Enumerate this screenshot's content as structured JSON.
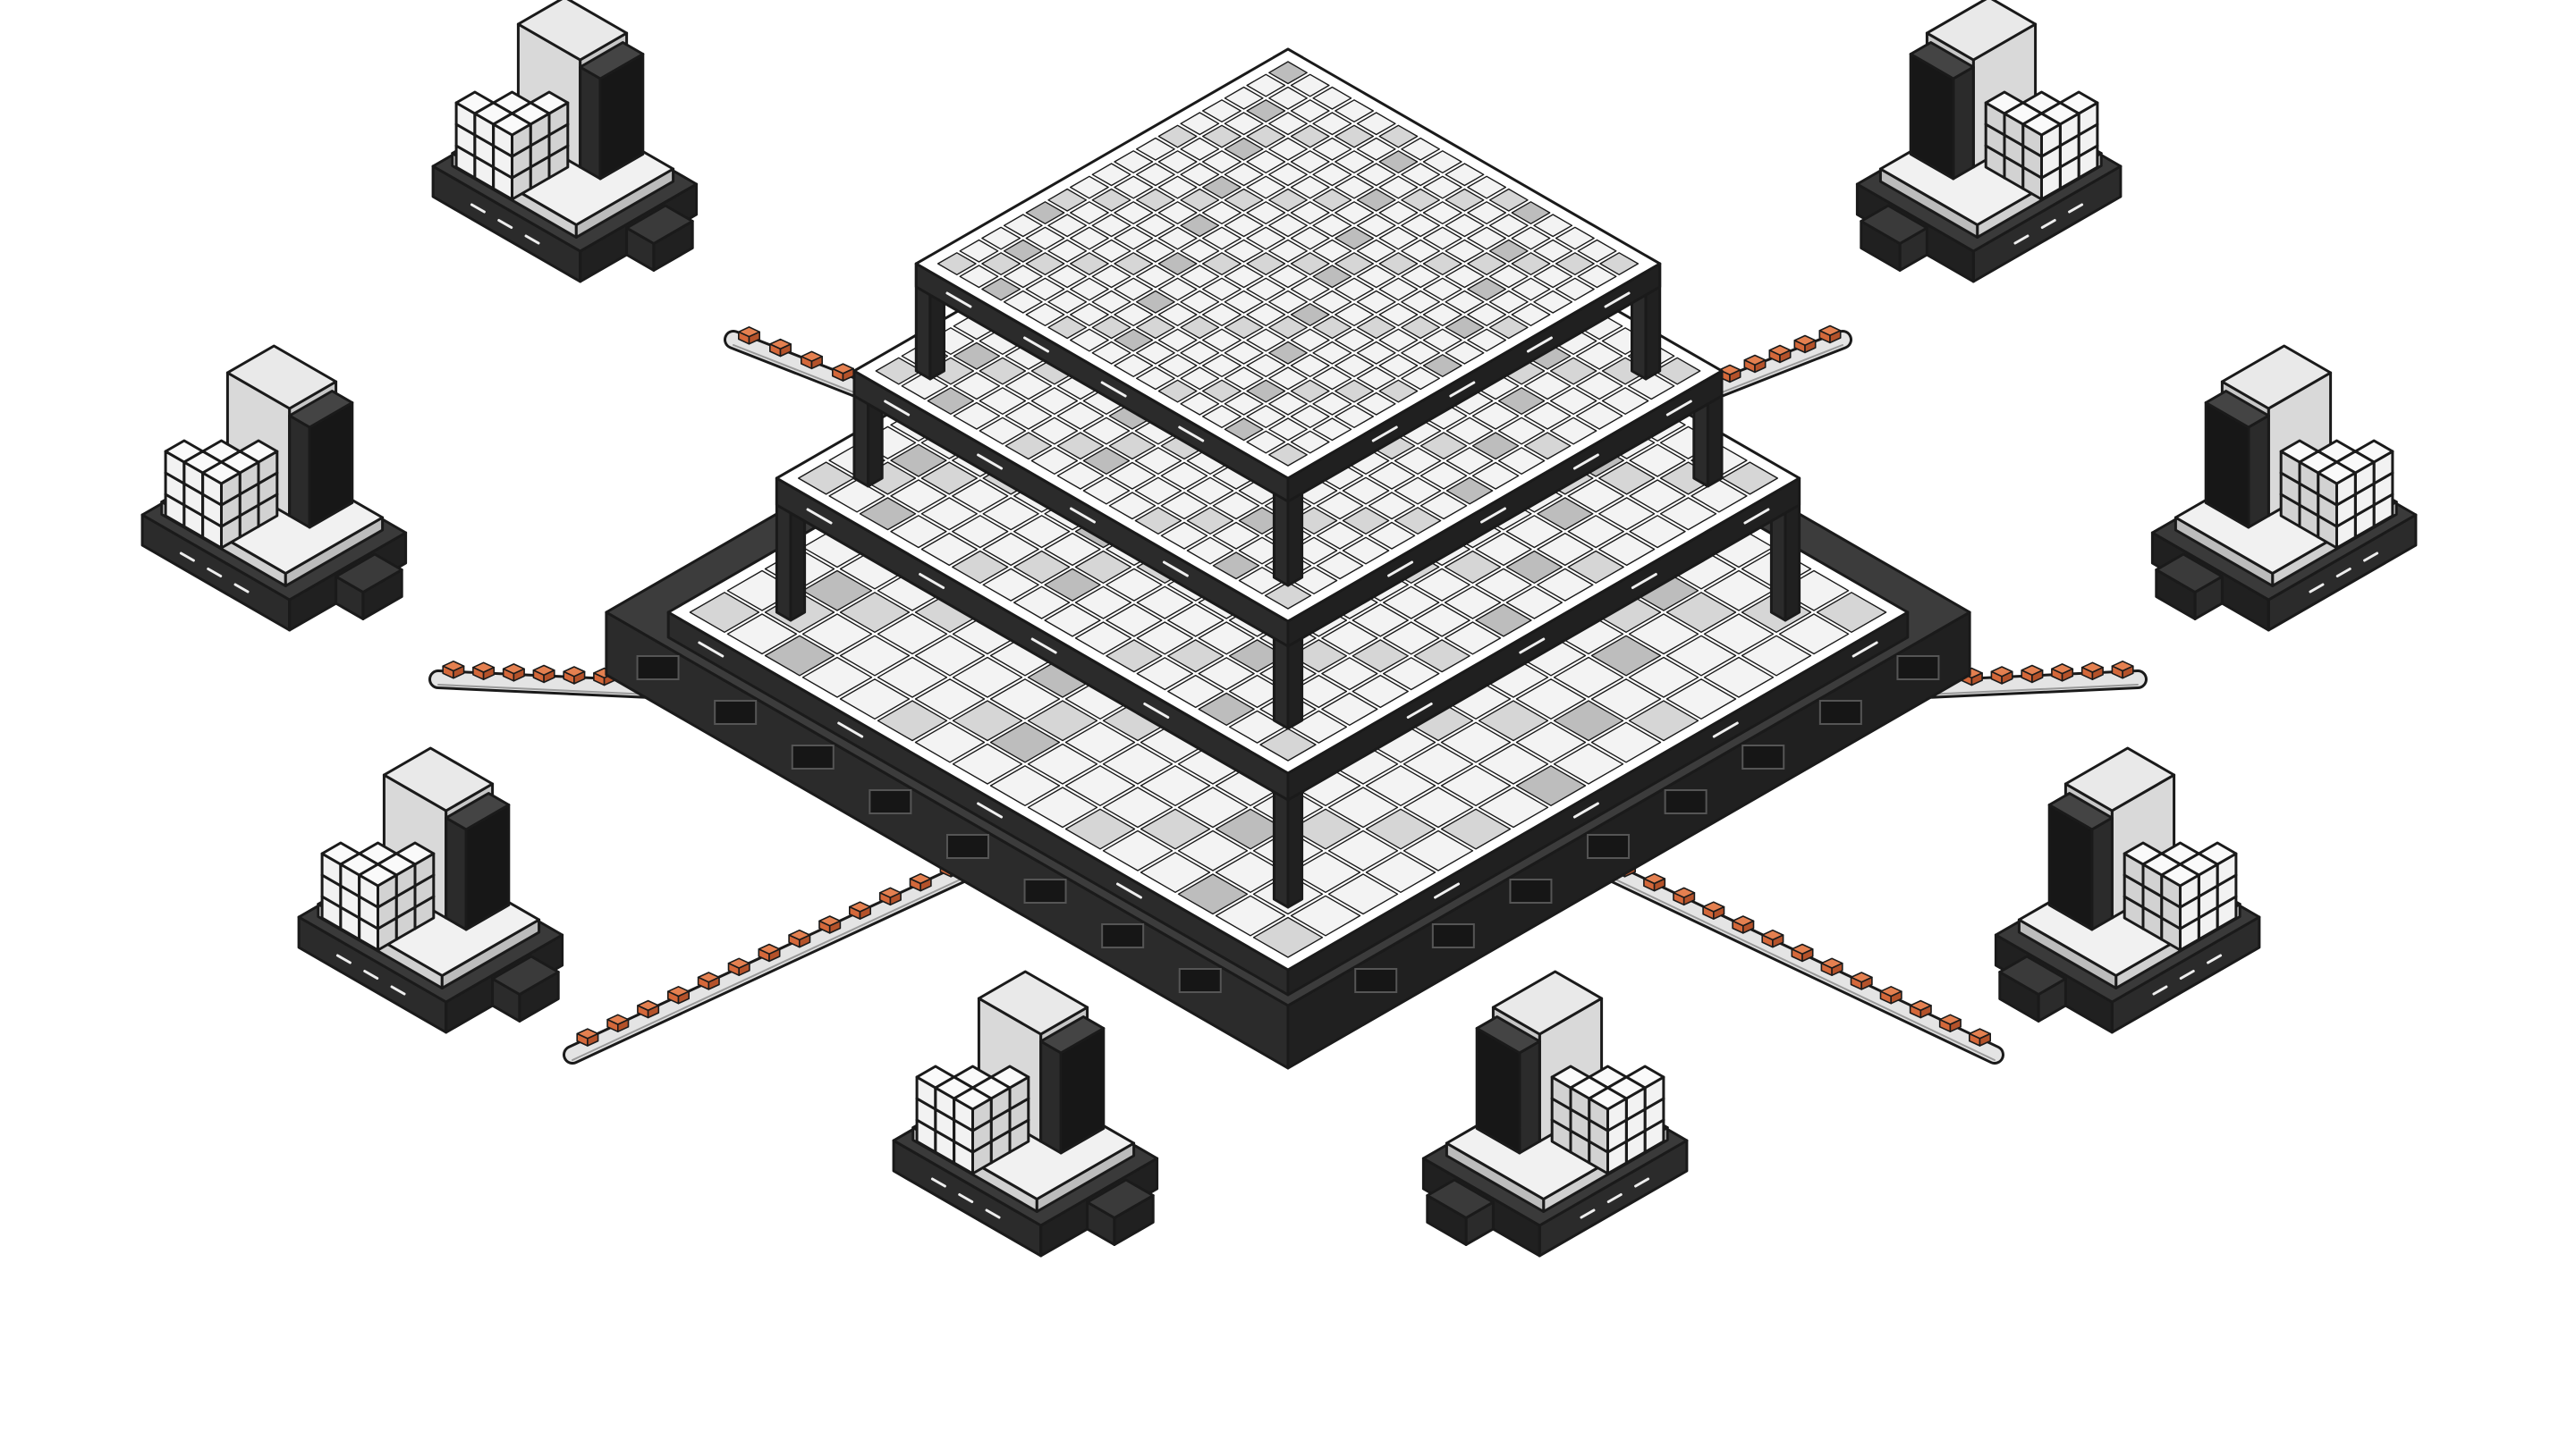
{
  "illustration": {
    "colors": {
      "background": "#ffffff",
      "outline": "#1a1a1a",
      "dark_panel": "#2b2b2b",
      "darker_panel": "#202020",
      "tile_light": "#f3f3f3",
      "tile_mid": "#d6d6d6",
      "tile_shade": "#bdbdbd",
      "crate_front": "#f2f2f2",
      "crate_side": "#d2d2d2",
      "crate_top": "#fafafa",
      "conveyor": "#e4e4e4",
      "accent_packet": "#d4683a"
    },
    "central_tower": {
      "tier_count": 4,
      "grid_cells_per_side": 16
    },
    "workstations": [
      {
        "id": "station-upper-left",
        "facing": "right"
      },
      {
        "id": "station-middle-left",
        "facing": "right"
      },
      {
        "id": "station-lower-left",
        "facing": "right"
      },
      {
        "id": "station-bottom-left",
        "facing": "right"
      },
      {
        "id": "station-bottom-right",
        "facing": "left"
      },
      {
        "id": "station-lower-right",
        "facing": "left"
      },
      {
        "id": "station-middle-right",
        "facing": "left"
      },
      {
        "id": "station-upper-right",
        "facing": "left"
      }
    ],
    "conveyor_links": [
      {
        "id": "conveyor-upper-left",
        "packet_count": 8
      },
      {
        "id": "conveyor-middle-left",
        "packet_count": 16
      },
      {
        "id": "conveyor-lower-left",
        "packet_count": 13
      },
      {
        "id": "conveyor-lower-right",
        "packet_count": 13
      },
      {
        "id": "conveyor-middle-right",
        "packet_count": 16
      },
      {
        "id": "conveyor-upper-right",
        "packet_count": 10
      }
    ]
  }
}
